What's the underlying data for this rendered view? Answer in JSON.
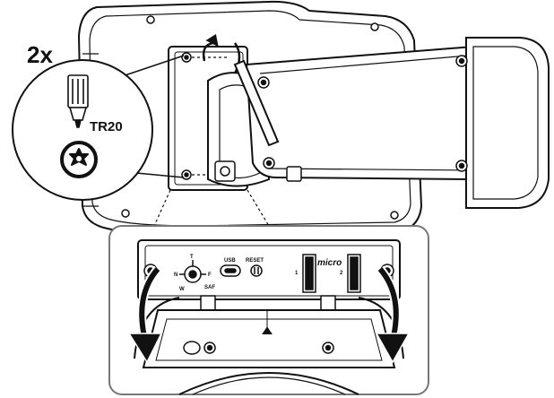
{
  "callout": {
    "quantity": "2x",
    "tool_label": "TR20"
  },
  "panel": {
    "usb_label": "USB",
    "reset_label": "RESET",
    "zoom_t": "T",
    "zoom_w": "W",
    "focus_n": "N",
    "focus_f": "F",
    "focus_af": "SAF",
    "slot_1": "1",
    "slot_2": "2",
    "micro_brand": "micro"
  },
  "icons": {
    "screwdriver": "torx-screwdriver-icon",
    "torx": "torx-bit-icon",
    "rotate": "counterclockwise-arrow-icon",
    "down_arrow": "down-arrow-icon"
  }
}
